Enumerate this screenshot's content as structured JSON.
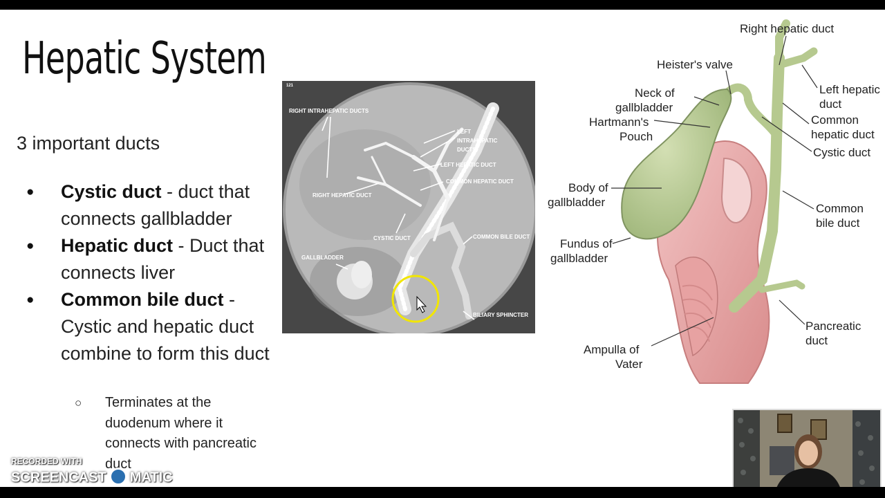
{
  "slide": {
    "title": "Hepatic System",
    "subtitle": "3 important ducts",
    "bullets": [
      {
        "term": "Cystic duct",
        "desc": " - duct that connects gallbladder"
      },
      {
        "term": "Hepatic duct",
        "desc": " - Duct that connects liver"
      },
      {
        "term": "Common bile duct",
        "desc": " - Cystic and hepatic duct combine to form this duct"
      }
    ],
    "sub_bullet": "Terminates at the duodenum where it connects with pancreatic duct"
  },
  "xray": {
    "corner_label": "121",
    "labels": {
      "right_intrahepatic": "RIGHT INTRAHEPATIC DUCTS",
      "left_intrahepatic_1": "LEFT",
      "left_intrahepatic_2": "INTRAHEPATIC",
      "left_intrahepatic_3": "DUCTS",
      "left_hepatic": "LEFT HEPATIC DUCT",
      "common_hepatic": "COMMON HEPATIC DUCT",
      "right_hepatic": "RIGHT HEPATIC DUCT",
      "cystic": "CYSTIC DUCT",
      "common_bile": "COMMON BILE DUCT",
      "gallbladder": "GALLBLADDER",
      "biliary_sphincter": "BILIARY SPHINCTER"
    }
  },
  "diagram": {
    "labels": {
      "right_hepatic": "Right hepatic duct",
      "heisters": "Heister's valve",
      "neck_1": "Neck of",
      "neck_2": "gallbladder",
      "hartmann_1": "Hartmann's",
      "hartmann_2": "Pouch",
      "body_1": "Body of",
      "body_2": "gallbladder",
      "fundus_1": "Fundus of",
      "fundus_2": "gallbladder",
      "ampulla_1": "Ampulla of",
      "ampulla_2": "Vater",
      "left_hepatic_1": "Left hepatic",
      "left_hepatic_2": "duct",
      "common_hepatic_1": "Common",
      "common_hepatic_2": "hepatic duct",
      "cystic": "Cystic duct",
      "common_bile_1": "Common",
      "common_bile_2": "bile duct",
      "pancreatic_1": "Pancreatic",
      "pancreatic_2": "duct"
    }
  },
  "watermark": {
    "line1": "RECORDED WITH",
    "left": "SCREENCAST",
    "right": "MATIC"
  },
  "colors": {
    "gallbladder": "#b6c98f",
    "duodenum": "#e6a5a5",
    "xray_bg": "#4a4a4a",
    "highlight_circle": "#f2e600"
  }
}
